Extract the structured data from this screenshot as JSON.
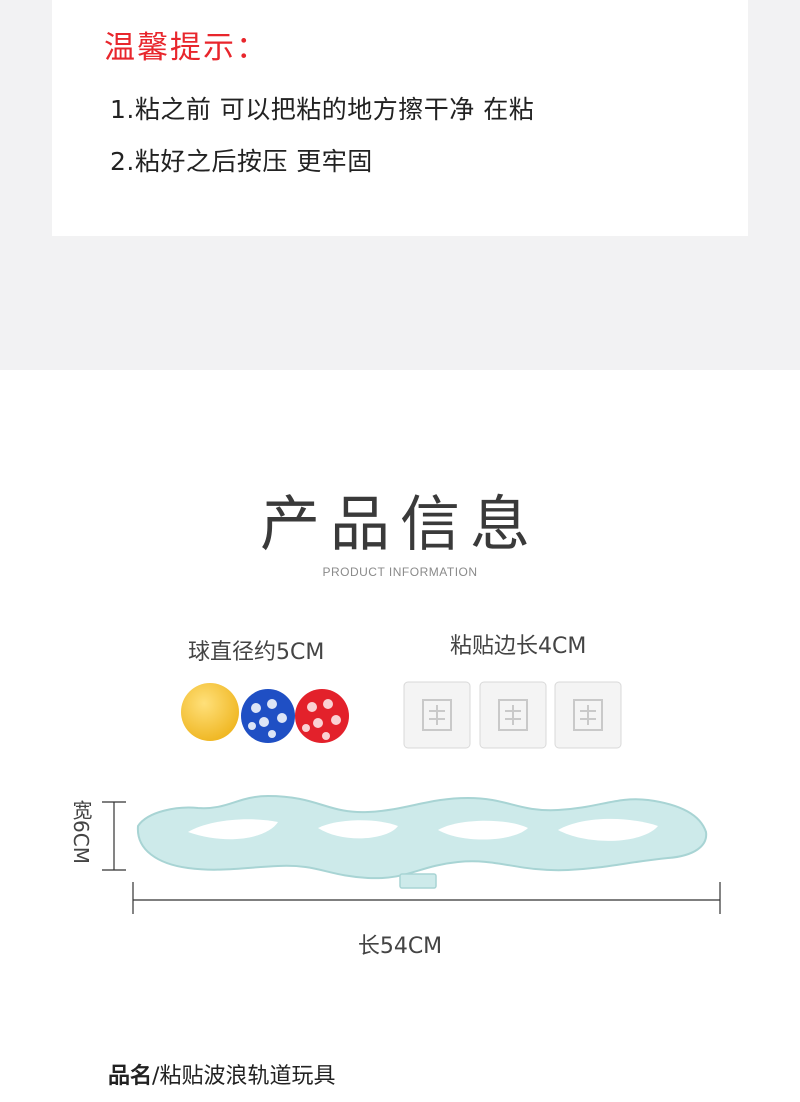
{
  "tips": {
    "title": "温馨提示：",
    "line1": "1.粘之前 可以把粘的地方擦干净 在粘",
    "line2": "2.粘好之后按压 更牢固"
  },
  "section": {
    "title": "产品信息",
    "subtitle": "PRODUCT INFORMATION"
  },
  "balls": {
    "label": "球直径约5CM",
    "colors": [
      "#f5c33a",
      "#1f4fc4",
      "#e3212b"
    ]
  },
  "pads": {
    "label": "粘贴边长4CM",
    "count": 3
  },
  "dimensions": {
    "width_label": "宽6CM",
    "length_label": "长54CM"
  },
  "product": {
    "name_key": "品名",
    "name_sep": "/",
    "name_value": "粘贴波浪轨道玩具"
  },
  "colors": {
    "tip_title": "#e8262c",
    "track": "#cdeaea",
    "band_bg": "#f2f2f3"
  }
}
